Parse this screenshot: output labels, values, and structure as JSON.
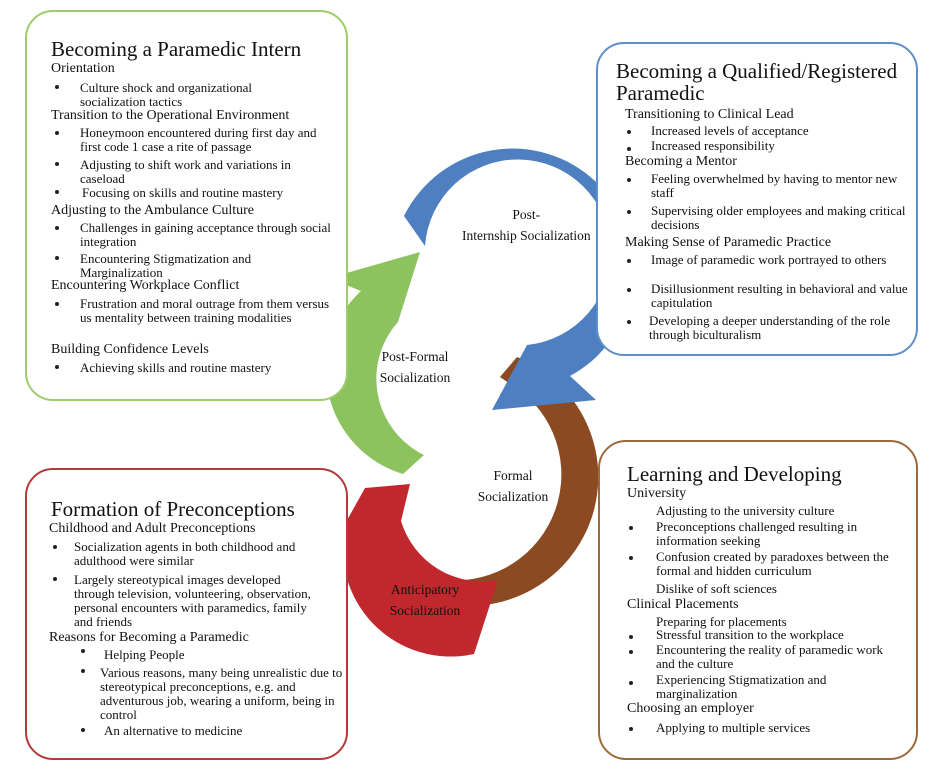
{
  "colors": {
    "green": "#8cc35f",
    "blue": "#4e7fc0",
    "red": "#c0282d",
    "brown": "#8b4a22"
  },
  "boxes": {
    "intern": {
      "title": "Becoming a Paramedic Intern",
      "headings": [
        "Orientation",
        "Transition to the Operational Environment",
        "Adjusting to the Ambulance Culture",
        "Encountering Workplace Conflict",
        "Building Confidence Levels"
      ],
      "items": [
        "Culture shock and organizational socialization tactics",
        "Honeymoon encountered during first day and first code 1 case a rite of passage",
        "Adjusting to shift work and variations in caseload",
        "Focusing on skills and routine mastery",
        "Challenges in gaining acceptance through social integration",
        "Encountering Stigmatization and Marginalization",
        "Frustration and moral outrage from them versus us mentality between training modalities",
        "Achieving skills and routine mastery"
      ]
    },
    "qualified": {
      "title": "Becoming a Qualified/Registered Paramedic",
      "headings": [
        "Transitioning to Clinical Lead",
        "Becoming a Mentor",
        "Making Sense of Paramedic Practice"
      ],
      "items": [
        "Increased levels of acceptance",
        "Increased responsibility",
        "Feeling overwhelmed by having to mentor new staff",
        "Supervising older employees and making critical decisions",
        "Image of paramedic work portrayed to others",
        "Disillusionment resulting in behavioral and value capitulation",
        "Developing a deeper understanding of the role through biculturalism"
      ]
    },
    "preconceptions": {
      "title": "Formation of Preconceptions",
      "headings": [
        "Childhood and Adult Preconceptions",
        "Reasons for Becoming a Paramedic"
      ],
      "items": [
        "Socialization agents in both childhood and adulthood were similar",
        "Largely stereotypical images developed through television, volunteering, observation, personal encounters with paramedics, family and friends",
        "Helping People",
        "Various reasons, many being unrealistic due to stereotypical preconceptions, e.g. and adventurous job, wearing a uniform, being in control",
        "An alternative to medicine"
      ]
    },
    "learning": {
      "title": "Learning and Developing",
      "headings": [
        "University",
        "Clinical Placements",
        "Choosing an employer"
      ],
      "items": [
        "Adjusting to the university culture",
        "Preconceptions challenged resulting in information seeking",
        "Confusion created by paradoxes between the formal and hidden curriculum",
        "Dislike of soft sciences",
        "Preparing for placements",
        "Stressful transition to the workplace",
        "Encountering the reality of paramedic work and the culture",
        "Experiencing Stigmatization and marginalization",
        "Applying to multiple services"
      ]
    }
  },
  "cycle": {
    "post_internship": "Post-Internship Socialization",
    "post_formal": "Post-Formal Socialization",
    "formal": "Formal Socialization",
    "anticipatory": "Anticipatory Socialization"
  }
}
